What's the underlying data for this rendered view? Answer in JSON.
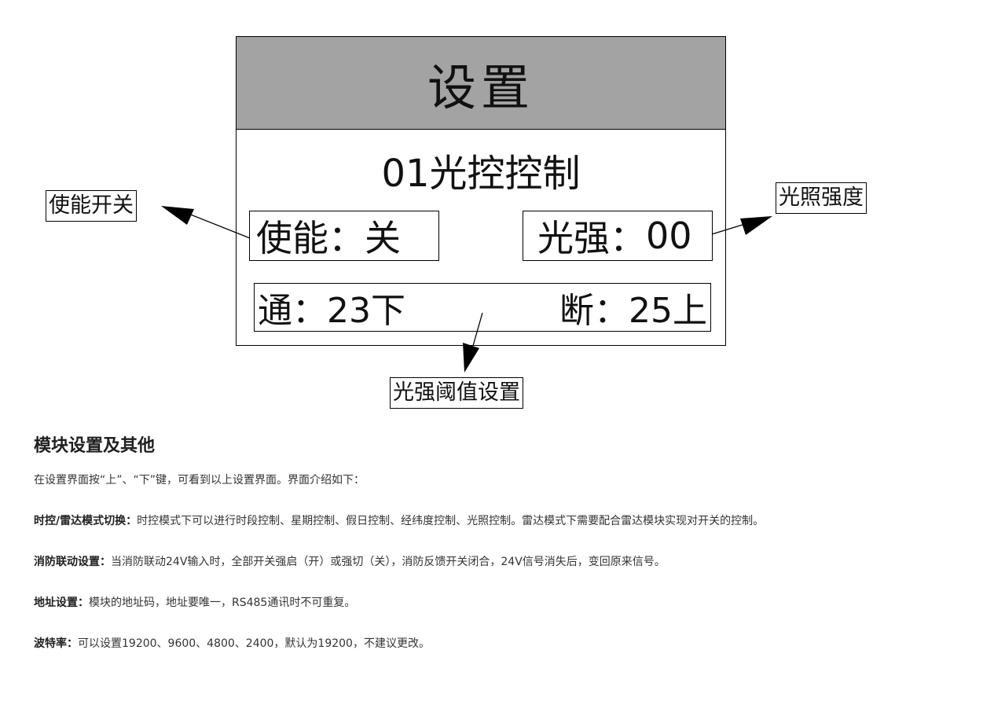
{
  "diagram": {
    "screen_title": "设置",
    "menu_number": "01",
    "menu_name": "光控控制",
    "enable_field": {
      "label": "使能：",
      "value": "关"
    },
    "light_field": {
      "label": "光强：",
      "value": "00"
    },
    "on_field": {
      "label": "通：",
      "number": "23",
      "suffix": "下"
    },
    "off_field": {
      "label": "断：",
      "number": "25",
      "suffix": "上"
    },
    "callouts": {
      "enable": "使能开关",
      "illumination": "光照强度",
      "threshold": "光强阈值设置"
    }
  },
  "article": {
    "heading": "模块设置及其他",
    "intro": "在设置界面按“上”、“下”键，可看到以上设置界面。界面介绍如下：",
    "sections": [
      {
        "term": "时控/雷达模式切换：",
        "text": "时控模式下可以进行时段控制、星期控制、假日控制、经纬度控制、光照控制。雷达模式下需要配合雷达模块实现对开关的控制。"
      },
      {
        "term": "消防联动设置：",
        "text": "当消防联动24V输入时，全部开关强启（开）或强切（关），消防反馈开关闭合，24V信号消失后，变回原来信号。"
      },
      {
        "term": "地址设置：",
        "text": "模块的地址码，地址要唯一，RS485通讯时不可重复。"
      },
      {
        "term": "波特率：",
        "text": "可以设置19200、9600、4800、2400，默认为19200，不建议更改。"
      }
    ]
  }
}
